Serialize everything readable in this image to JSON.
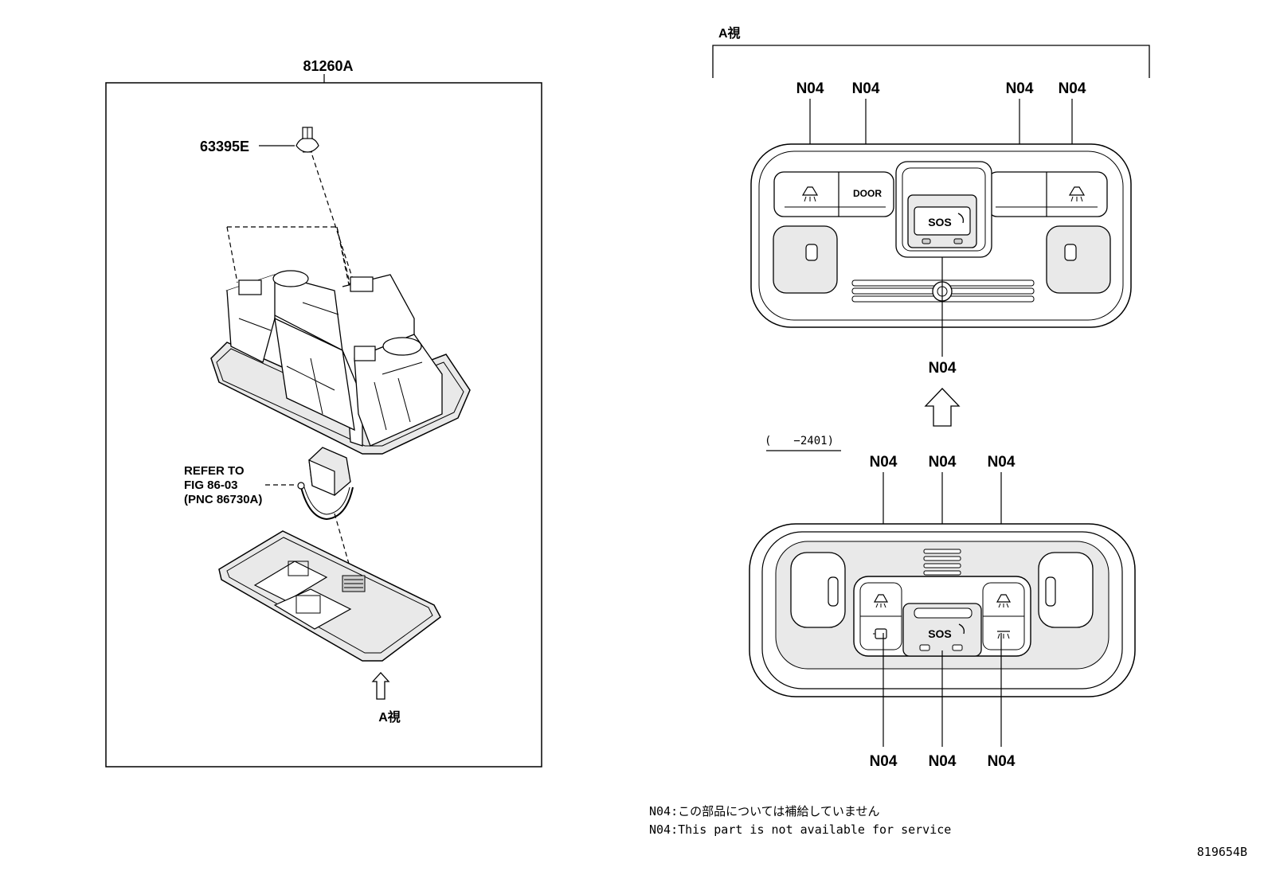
{
  "main_assembly": {
    "part_number": "81260A",
    "clip_part_number": "63395E",
    "refer_lines": [
      "REFER TO",
      "FIG 86-03",
      "(PNC 86730A)"
    ],
    "view_marker": "A視"
  },
  "view_a": {
    "title": "A視",
    "upper_labels": [
      "N04",
      "N04",
      "N04",
      "N04"
    ],
    "center_label": "N04",
    "door_label": "DOOR",
    "sos_label": "SOS"
  },
  "variant": {
    "range_label": "(　　−2401)",
    "top_labels": [
      "N04",
      "N04",
      "N04"
    ],
    "bottom_labels": [
      "N04",
      "N04",
      "N04"
    ],
    "sos_label": "SOS"
  },
  "notes": [
    "N04:この部品については補給していません",
    "N04:This part is not available for service"
  ],
  "figure_number": "819654B",
  "icons": [
    "map-lamp-icon",
    "door-lamp-icon",
    "sos-phone-icon",
    "dome-lamp-icon",
    "vent-grille-icon",
    "up-arrow-icon"
  ]
}
